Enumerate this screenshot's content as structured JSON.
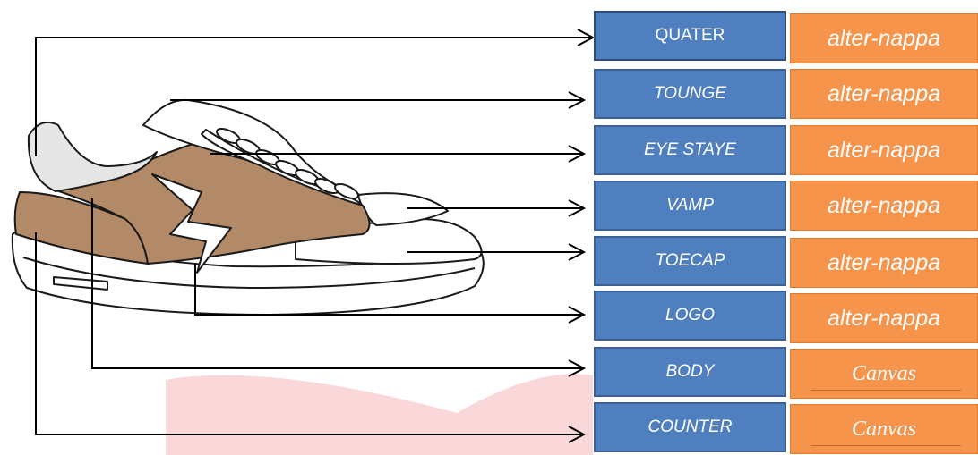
{
  "colors": {
    "part_box": "#4f7fbe",
    "material_box": "#f5944a",
    "shoe_brown": "#b38a67",
    "leader_line": "#000000",
    "watermark": "#f8c9cc"
  },
  "parts": [
    {
      "name": "QUATER",
      "material": "alter-nappa"
    },
    {
      "name": "TOUNGE",
      "material": "alter-nappa"
    },
    {
      "name": "EYE STAYE",
      "material": "alter-nappa"
    },
    {
      "name": "VAMP",
      "material": "alter-nappa"
    },
    {
      "name": "TOECAP",
      "material": "alter-nappa"
    },
    {
      "name": "LOGO",
      "material": "alter-nappa"
    },
    {
      "name": "BODY",
      "material": "Canvas"
    },
    {
      "name": "COUNTER",
      "material": "Canvas"
    }
  ]
}
